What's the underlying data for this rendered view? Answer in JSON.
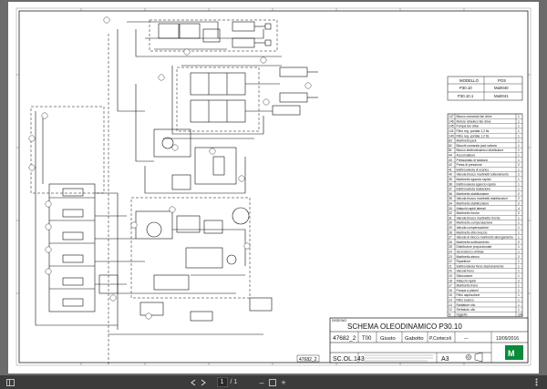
{
  "sheet": {
    "page_stamp": "47682_2",
    "title_block": {
      "label_small": "DISEGNO",
      "title": "SCHEMA OLEODINAMICO P30.10",
      "drawing_no": "47682_2",
      "rev_label": "T00",
      "designer": "Giusto",
      "checker": "Gabotto",
      "approver": "P.Cortecoli",
      "scale_label": "---",
      "date": "13/09/2016",
      "sheet_ref": "SC.OL.143",
      "format": "A3"
    },
    "model_table": {
      "headers": [
        "MODELLO",
        "POS"
      ],
      "rows": [
        [
          "P30.10",
          "Ma0040"
        ],
        [
          "P30.10.1",
          "Ma0041"
        ]
      ]
    },
    "legend_rows": [
      {
        "n": "147",
        "d": "Blocco comando fan drive",
        "q": "1"
      },
      {
        "n": "146",
        "d": "Motore idraulico fan drive",
        "q": "1"
      },
      {
        "n": "145",
        "d": "Pompa fan drive",
        "q": "1"
      },
      {
        "n": "141",
        "d": "Filtro reg. portata 1,2 lts",
        "q": "1"
      },
      {
        "n": "140",
        "d": "Filtro reg. portata 1,2 lts",
        "q": "1"
      },
      {
        "n": "83",
        "d": "Martinetto jack",
        "q": "1"
      },
      {
        "n": "82",
        "d": "Blocchi comando jack valvola",
        "q": "1"
      },
      {
        "n": "81",
        "d": "Blocco elettrodinamico distributore",
        "q": "1"
      },
      {
        "n": "44",
        "d": "Accumulatore",
        "q": "1"
      },
      {
        "n": "43",
        "d": "Pressostato di taratura",
        "q": "1"
      },
      {
        "n": "42",
        "d": "Presa di pressione",
        "q": "2"
      },
      {
        "n": "41",
        "d": "Elettrovalvola di scarico",
        "q": "1"
      },
      {
        "n": "40",
        "d": "Valvola blocco martinetti sollevamento",
        "q": "2"
      },
      {
        "n": "39",
        "d": "Martinetto sgancio rapido",
        "q": "1"
      },
      {
        "n": "38",
        "d": "Elettrovalvola sgancio rapido",
        "q": "1"
      },
      {
        "n": "37",
        "d": "Elettrovalvola traslazione",
        "q": "1"
      },
      {
        "n": "36",
        "d": "Martinetto stabilizzatore",
        "q": "2"
      },
      {
        "n": "35",
        "d": "Valvola blocco martinetti stabilizzatori",
        "q": "2"
      },
      {
        "n": "34",
        "d": "Martinetto stabilizzatore",
        "q": "2"
      },
      {
        "n": "33",
        "d": "Attacchi rapidi laterali",
        "q": "4"
      },
      {
        "n": "32",
        "d": "Martinetto forche",
        "q": "2"
      },
      {
        "n": "31",
        "d": "Valvola blocco martinetto forche",
        "q": "1"
      },
      {
        "n": "30",
        "d": "Martinetto compensazione",
        "q": "1"
      },
      {
        "n": "29",
        "d": "Valvola compensazione",
        "q": "1"
      },
      {
        "n": "28",
        "d": "Martinetto sfilo braccio",
        "q": "1"
      },
      {
        "n": "27",
        "d": "Valvola di blocco martinetto allungamento",
        "q": "1"
      },
      {
        "n": "26",
        "d": "Martinetto sollevamento",
        "q": "2"
      },
      {
        "n": "25",
        "d": "Distributore proporzionale",
        "q": "1"
      },
      {
        "n": "24",
        "d": "Servosterzo orbitale",
        "q": "1"
      },
      {
        "n": "23",
        "d": "Martinetto sterzo",
        "q": "2"
      },
      {
        "n": "22",
        "d": "Ripartitore",
        "q": "1"
      },
      {
        "n": "21",
        "d": "Elettrovalvola freno stazionamento",
        "q": "1"
      },
      {
        "n": "20",
        "d": "Valvola freno",
        "q": "1"
      },
      {
        "n": "19",
        "d": "Sbloccatore",
        "q": "1"
      },
      {
        "n": "18",
        "d": "Attacchi rapidi",
        "q": "2"
      },
      {
        "n": "17",
        "d": "Martinetto freno",
        "q": "1"
      },
      {
        "n": "16",
        "d": "Pompa a pistoni",
        "q": "1"
      },
      {
        "n": "15",
        "d": "Filtro aspirazione",
        "q": "1"
      },
      {
        "n": "14",
        "d": "Filtro scarico",
        "q": "1"
      },
      {
        "n": "13",
        "d": "Radiatore olio",
        "q": "1"
      },
      {
        "n": "12",
        "d": "Serbatoio olio",
        "q": "1"
      },
      {
        "n": "N",
        "d": "Oggetto",
        "q": "Qtà"
      }
    ]
  },
  "toolbar": {
    "page_current": "1",
    "page_total": "/ 1",
    "zoom_out": "–",
    "zoom_in": "+"
  }
}
